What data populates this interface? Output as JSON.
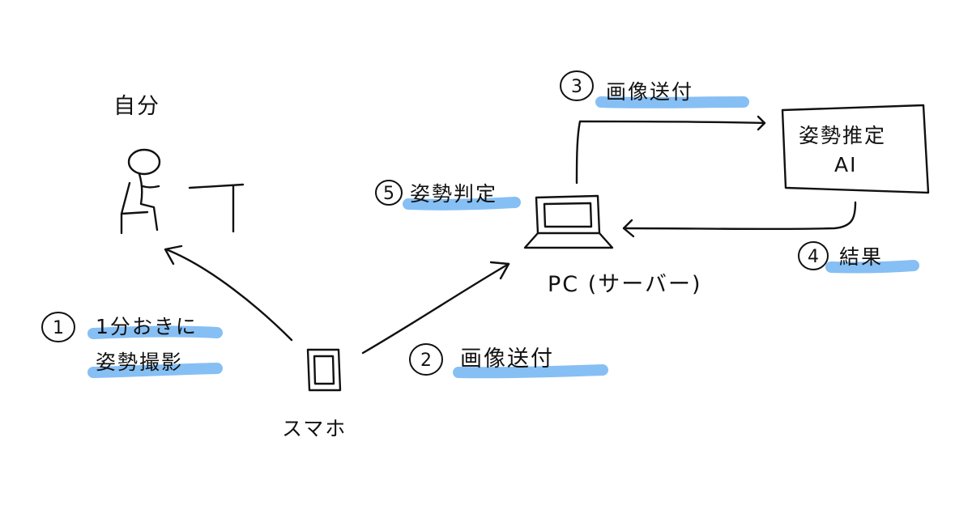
{
  "colors": {
    "ink": "#111111",
    "highlight": "#79b8f3"
  },
  "nodes": {
    "person_label": "自分",
    "phone_label": "スマホ",
    "pc_label": "PC (サーバー)",
    "ai_box_line1": "姿勢推定",
    "ai_box_line2": "AI"
  },
  "steps": [
    {
      "num": "1",
      "lines": [
        "1分おきに",
        "姿勢撮影"
      ]
    },
    {
      "num": "2",
      "lines": [
        "画像送付"
      ]
    },
    {
      "num": "3",
      "lines": [
        "画像送付"
      ]
    },
    {
      "num": "4",
      "lines": [
        "結果"
      ]
    },
    {
      "num": "5",
      "lines": [
        "姿勢判定"
      ]
    }
  ]
}
